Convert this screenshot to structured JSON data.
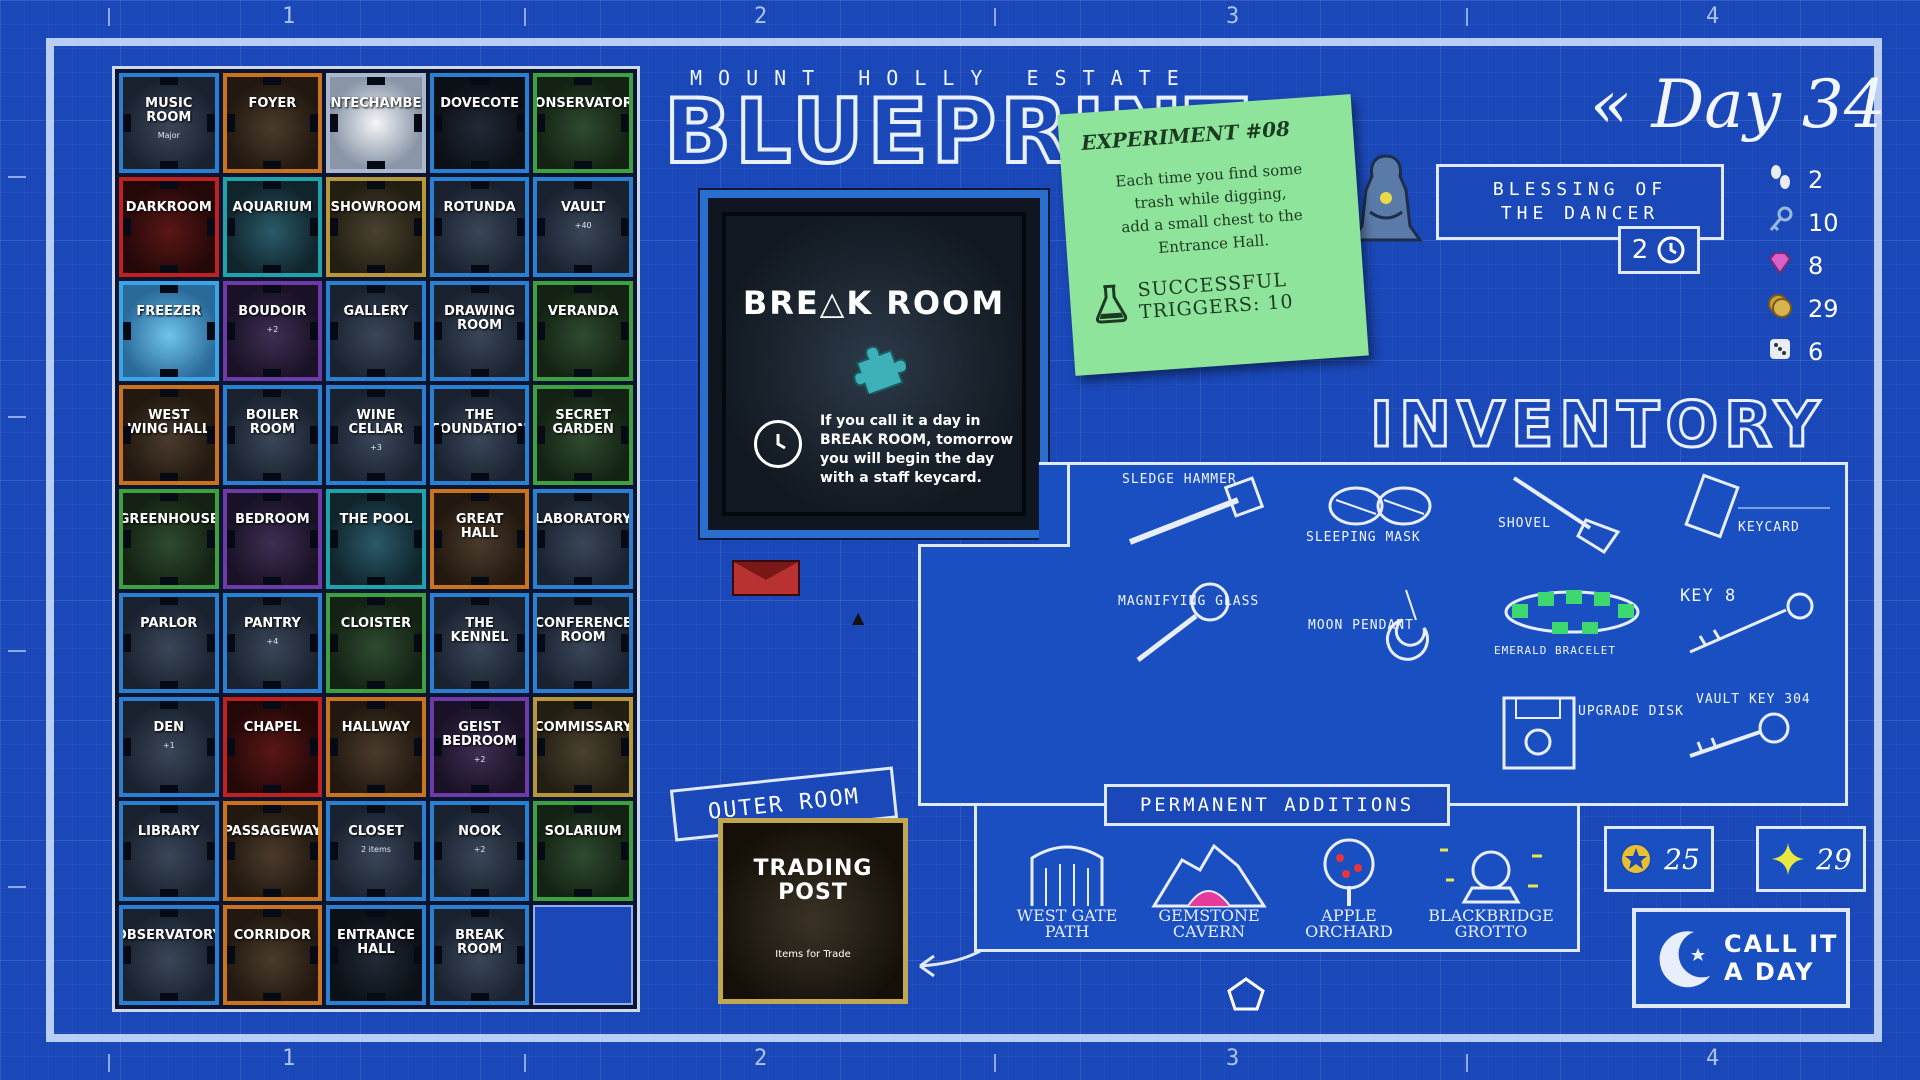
{
  "header": {
    "estate": "MOUNT HOLLY ESTATE",
    "title": "BLUEPRINT",
    "day_label": "« Day 34"
  },
  "ruler": {
    "top": [
      "1",
      "2",
      "3",
      "4"
    ],
    "bottom": [
      "1",
      "2",
      "3",
      "4"
    ]
  },
  "rooms": [
    {
      "name": "MUSIC ROOM",
      "sub": "Major",
      "color": "blue"
    },
    {
      "name": "FOYER",
      "sub": "",
      "color": "orange"
    },
    {
      "name": "ANTECHAMBER",
      "sub": "",
      "color": "white"
    },
    {
      "name": "DOVECOTE",
      "sub": "",
      "color": "black"
    },
    {
      "name": "CONSERVATORY",
      "sub": "",
      "color": "green"
    },
    {
      "name": "DARKROOM",
      "sub": "",
      "color": "red"
    },
    {
      "name": "AQUARIUM",
      "sub": "",
      "color": "teal"
    },
    {
      "name": "SHOWROOM",
      "sub": "",
      "color": "gold"
    },
    {
      "name": "ROTUNDA",
      "sub": "",
      "color": "blue"
    },
    {
      "name": "VAULT",
      "sub": "+40",
      "color": "blue"
    },
    {
      "name": "FREEZER",
      "sub": "",
      "color": "ice"
    },
    {
      "name": "BOUDOIR",
      "sub": "+2",
      "color": "purple"
    },
    {
      "name": "GALLERY",
      "sub": "",
      "color": "blue"
    },
    {
      "name": "DRAWING ROOM",
      "sub": "",
      "color": "blue"
    },
    {
      "name": "VERANDA",
      "sub": "",
      "color": "green"
    },
    {
      "name": "WEST WING HALL",
      "sub": "",
      "color": "orange"
    },
    {
      "name": "BOILER ROOM",
      "sub": "",
      "color": "blue"
    },
    {
      "name": "WINE CELLAR",
      "sub": "+3",
      "color": "blue"
    },
    {
      "name": "THE FOUNDATION",
      "sub": "",
      "color": "blue"
    },
    {
      "name": "SECRET GARDEN",
      "sub": "",
      "color": "green"
    },
    {
      "name": "GREENHOUSE",
      "sub": "",
      "color": "green"
    },
    {
      "name": "BEDROOM",
      "sub": "",
      "color": "purple"
    },
    {
      "name": "THE POOL",
      "sub": "",
      "color": "teal"
    },
    {
      "name": "GREAT HALL",
      "sub": "",
      "color": "orange"
    },
    {
      "name": "LABORATORY",
      "sub": "",
      "color": "blue"
    },
    {
      "name": "PARLOR",
      "sub": "",
      "color": "blue"
    },
    {
      "name": "PANTRY",
      "sub": "+4",
      "color": "blue"
    },
    {
      "name": "CLOISTER",
      "sub": "",
      "color": "green"
    },
    {
      "name": "THE KENNEL",
      "sub": "",
      "color": "blue"
    },
    {
      "name": "CONFERENCE ROOM",
      "sub": "",
      "color": "blue"
    },
    {
      "name": "DEN",
      "sub": "+1",
      "color": "blue"
    },
    {
      "name": "CHAPEL",
      "sub": "",
      "color": "red"
    },
    {
      "name": "HALLWAY",
      "sub": "",
      "color": "orange"
    },
    {
      "name": "GEIST BEDROOM",
      "sub": "+2",
      "color": "purple"
    },
    {
      "name": "COMMISSARY",
      "sub": "",
      "color": "gold"
    },
    {
      "name": "LIBRARY",
      "sub": "",
      "color": "blue"
    },
    {
      "name": "PASSAGEWAY",
      "sub": "",
      "color": "orange"
    },
    {
      "name": "CLOSET",
      "sub": "2 items",
      "color": "blue"
    },
    {
      "name": "NOOK",
      "sub": "+2",
      "color": "blue"
    },
    {
      "name": "SOLARIUM",
      "sub": "",
      "color": "green"
    },
    {
      "name": "OBSERVATORY",
      "sub": "",
      "color": "blue"
    },
    {
      "name": "CORRIDOR",
      "sub": "",
      "color": "orange"
    },
    {
      "name": "ENTRANCE HALL",
      "sub": "",
      "color": "black"
    },
    {
      "name": "BREAK ROOM",
      "sub": "",
      "color": "blue"
    },
    {
      "name": "",
      "sub": "",
      "color": "empty"
    }
  ],
  "preview": {
    "title": "BRE△K ROOM",
    "description": "If you call it a day in BREAK ROOM, tomorrow you will begin the day with a staff keycard."
  },
  "note": {
    "title": "EXPERIMENT #08",
    "body_1": "Each time you find some",
    "body_2": "trash while digging,",
    "body_3": "add a small chest to the",
    "body_4": "Entrance Hall.",
    "footer_1": "SUCCESSFUL",
    "footer_2": "TRIGGERS: 10"
  },
  "blessing": {
    "line1": "BLESSING OF",
    "line2": "THE DANCER",
    "count": "2"
  },
  "stats": [
    {
      "icon": "footsteps-icon",
      "value": "2"
    },
    {
      "icon": "key-icon",
      "value": "10"
    },
    {
      "icon": "gem-icon",
      "value": "8"
    },
    {
      "icon": "coin-icon",
      "value": "29"
    },
    {
      "icon": "dice-icon",
      "value": "6"
    }
  ],
  "outer_room": {
    "label": "OUTER ROOM",
    "name": "TRADING POST",
    "sub": "Items for Trade"
  },
  "inventory": {
    "title": "INVENTORY",
    "items": [
      {
        "label": "SLEDGE HAMMER"
      },
      {
        "label": "SLEEPING MASK"
      },
      {
        "label": "SHOVEL"
      },
      {
        "label": "KEYCARD"
      },
      {
        "label": "MAGNIFYING GLASS"
      },
      {
        "label": "MOON PENDANT"
      },
      {
        "label": "EMERALD BRACELET"
      },
      {
        "label": "KEY 8"
      },
      {
        "label": "UPGRADE DISK"
      },
      {
        "label": "VAULT KEY 304"
      }
    ]
  },
  "permanent": {
    "title": "PERMANENT ADDITIONS",
    "items": [
      {
        "line1": "WEST GATE",
        "line2": "PATH"
      },
      {
        "line1": "GEMSTONE",
        "line2": "CAVERN"
      },
      {
        "line1": "APPLE",
        "line2": "ORCHARD"
      },
      {
        "line1": "BLACKBRIDGE",
        "line2": "GROTTO"
      }
    ]
  },
  "counters": {
    "stars_a": "25",
    "stars_b": "29"
  },
  "call_it_a_day": {
    "line1": "CALL IT",
    "line2": "A DAY"
  },
  "colors": {
    "background": "#1a48b8",
    "note": "#8ee49a",
    "lines": "#e0e9ff"
  }
}
